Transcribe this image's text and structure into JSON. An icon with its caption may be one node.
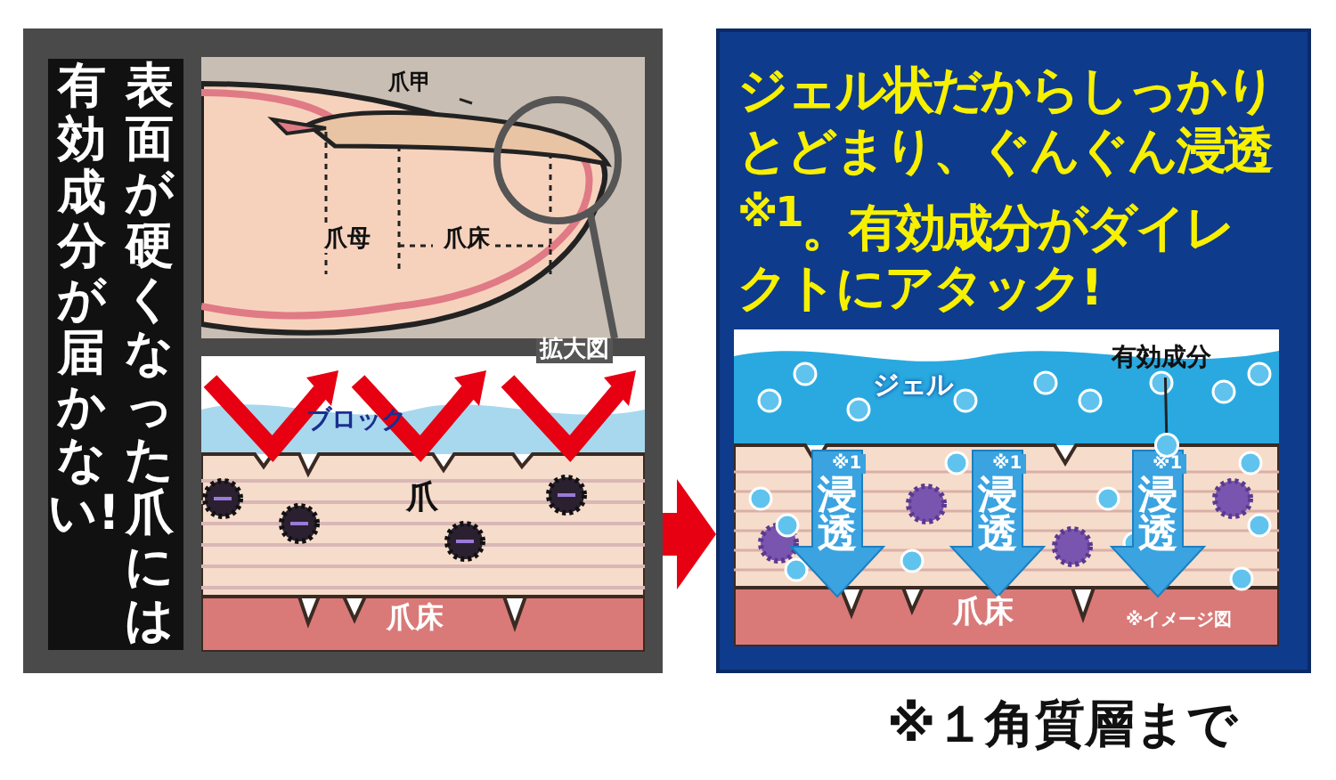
{
  "diagram": {
    "nodes": [
      {
        "text": [
          "表面が硬くなった爪には有効成分が届かない!"
        ]
      },
      {
        "text": [
          "ジェル状だからしっかりとどまり、ぐんぐん浸透$^{※1}$。有効成分がダイレクトにアタック!"
        ]
      },
      {
        "text": [
          "爪甲"
        ],
        "in": 0
      },
      {
        "text": [
          "有効成分"
        ],
        "in": 1
      },
      {
        "text": [],
        "shape": "circle",
        "in": 1
      }
    ],
    "edges": [
      {
        "from": 0,
        "to": 1,
        "arrow": "to",
        "style": "thick",
        "color": "#e60012"
      },
      {
        "from": 2,
        "to": null,
        "arrow": "none"
      },
      {
        "from": 3,
        "to": 4,
        "arrow": "none"
      }
    ],
    "labels": [
      "爪母",
      "爪床",
      "拡大図",
      "ブロック",
      "爪",
      "爪床",
      "ジェル",
      "浸透",
      "※1",
      "浸透",
      "※1",
      "浸透",
      "※1",
      "爪床",
      "※イメージ図",
      "※１角質層まで"
    ]
  }
}
